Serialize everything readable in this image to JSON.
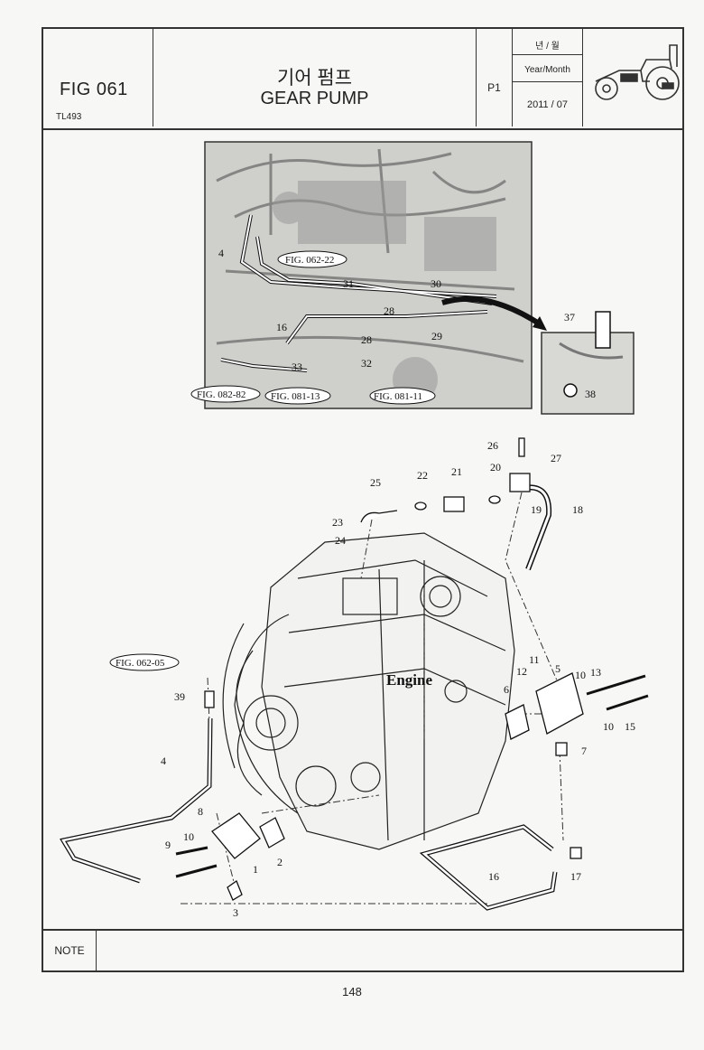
{
  "header": {
    "fig_no": "FIG 061",
    "model": "TL493",
    "title_ko": "기어 펌프",
    "title_en": "GEAR PUMP",
    "page_ref": "P1",
    "ym_label_ko": "년 / 월",
    "ym_label_en": "Year/Month",
    "ym_value": "2011 / 07"
  },
  "inset": {
    "refs": [
      "FIG. 062-22",
      "FIG. 082-82",
      "FIG. 081-13",
      "FIG. 081-11"
    ],
    "callouts": [
      "4",
      "16",
      "31",
      "30",
      "28",
      "28",
      "29",
      "33",
      "32",
      "37",
      "38"
    ]
  },
  "diagram": {
    "refs": [
      "FIG. 062-05"
    ],
    "engine_label": "Engine",
    "callouts": [
      "26",
      "27",
      "25",
      "22",
      "21",
      "20",
      "23",
      "19",
      "18",
      "24",
      "11",
      "12",
      "5",
      "10",
      "13",
      "39",
      "6",
      "10",
      "15",
      "7",
      "4",
      "8",
      "10",
      "9",
      "1",
      "2",
      "16",
      "17",
      "3"
    ]
  },
  "note": {
    "label": "NOTE"
  },
  "footer": {
    "page_number": "148"
  }
}
